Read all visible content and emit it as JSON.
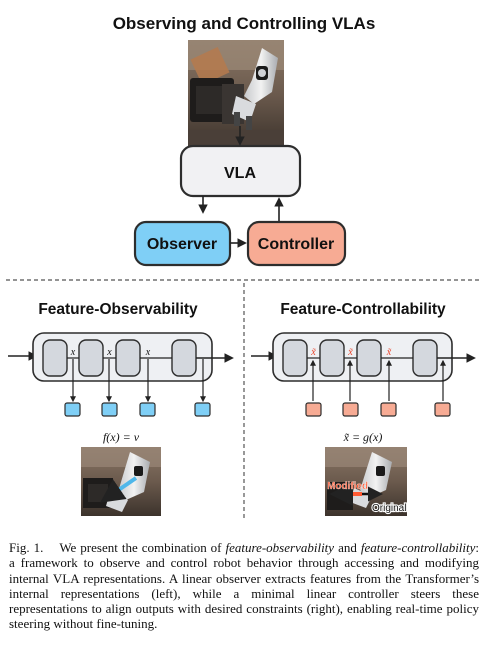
{
  "figure": {
    "main_title": "Observing and Controlling VLAs",
    "vla_label": "VLA",
    "observer_label": "Observer",
    "controller_label": "Controller",
    "left_panel_title": "Feature-Observability",
    "right_panel_title": "Feature-Controllability",
    "left_feature_symbol": "x",
    "right_feature_symbol": "x̃",
    "left_equation": "f(x) = v",
    "right_equation": "x̃ = g(x)",
    "modified_label": "Modified",
    "original_label": "Original",
    "colors": {
      "observer_fill": "#7fcff6",
      "controller_fill": "#f7ab94",
      "vla_fill": "#f1f1f3",
      "transformer_block_fill": "#d4d8de",
      "transformer_outer_fill": "#eef0f3",
      "modified_label": "#ff5a33"
    }
  },
  "caption": {
    "label": "Fig. 1.",
    "text_1": "We present the combination of",
    "em_1": "feature-observability",
    "text_2": "and",
    "em_2": "feature-controllability",
    "text_3": ": a framework to observe and control robot behavior through accessing and modifying internal VLA representations. A linear observer extracts features from the Transformer’s internal representations (left), while a minimal linear controller steers these representations to align outputs with desired constraints (right), enabling real-time policy steering without fine-tuning."
  }
}
